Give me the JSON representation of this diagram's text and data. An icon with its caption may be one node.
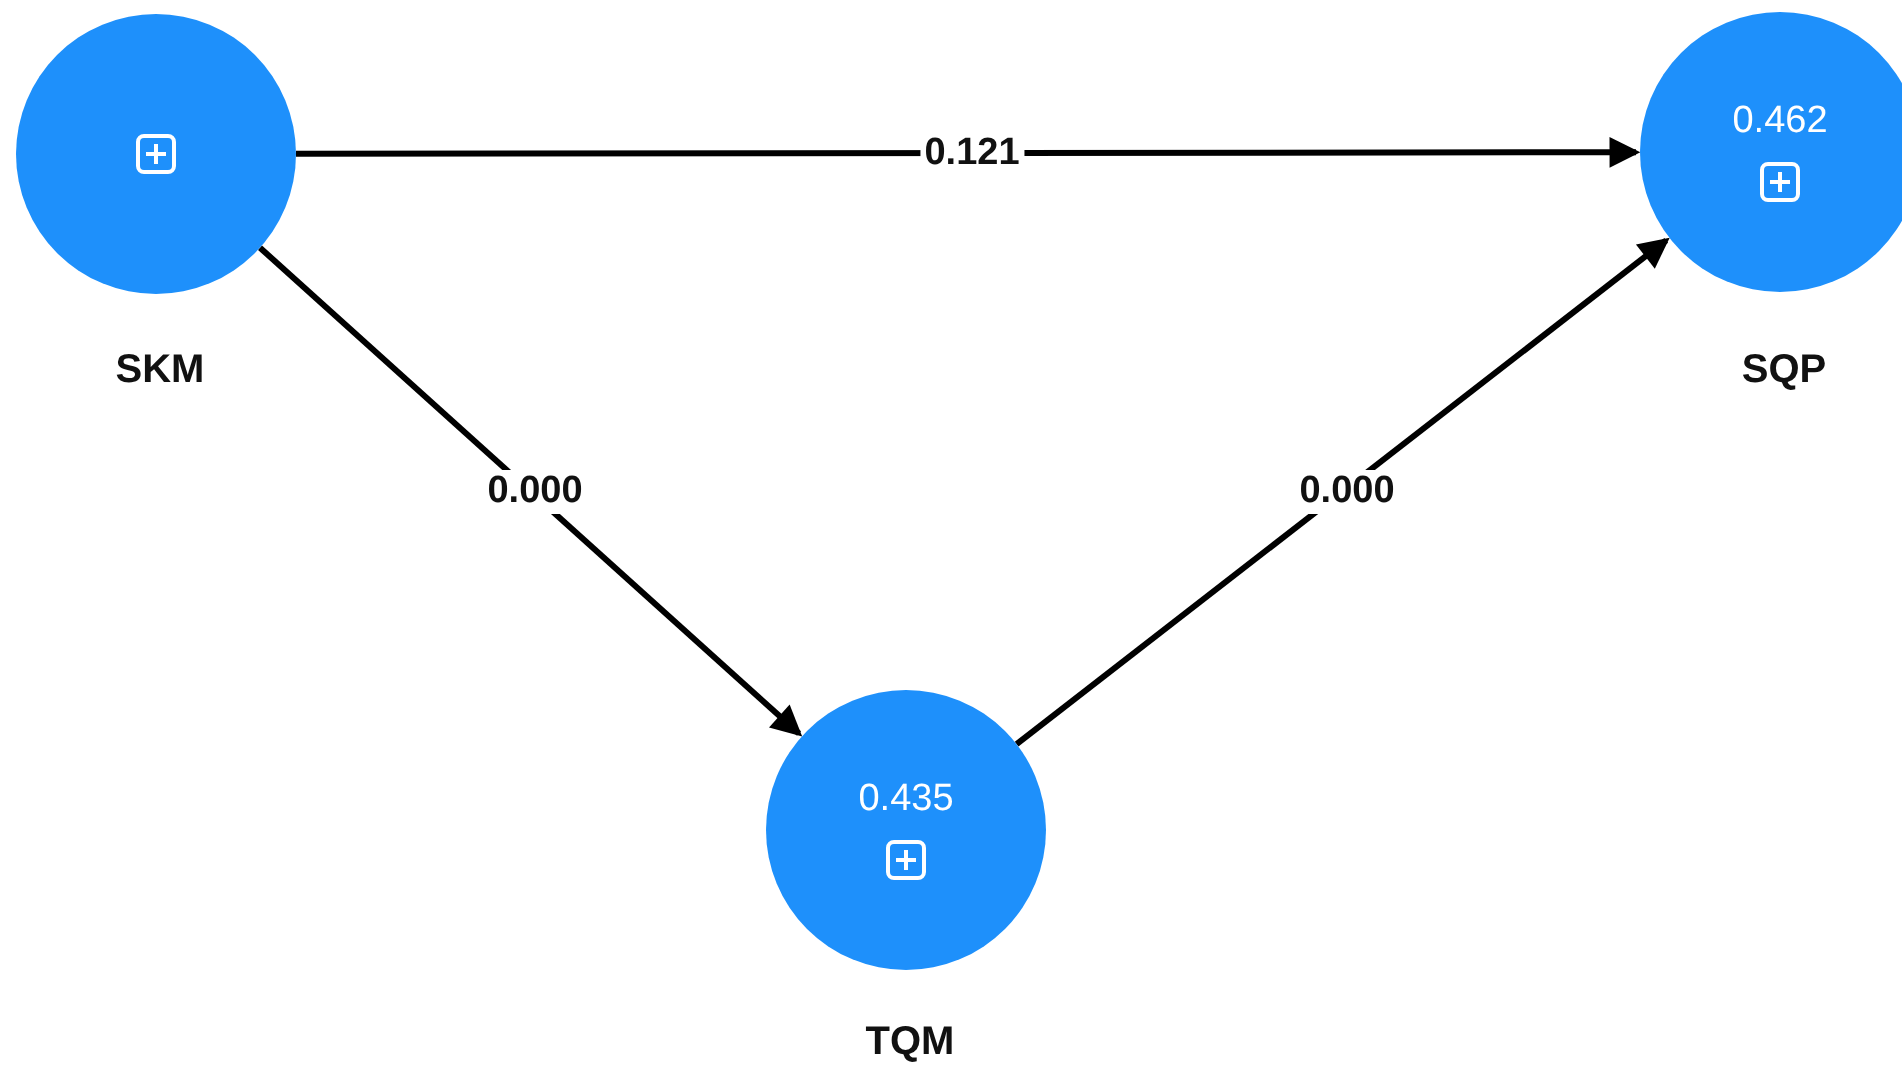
{
  "diagram": {
    "nodes": [
      {
        "text": [],
        "shape": "circle",
        "beside": [
          "SKM"
        ]
      },
      {
        "text": [
          "0.462"
        ],
        "beside": [
          "SQP"
        ]
      },
      {
        "text": [
          "0.435"
        ],
        "beside": [
          "TQM"
        ]
      }
    ],
    "edges": [
      {
        "from": 0,
        "to": 1,
        "arrow": "to",
        "label": "0.121"
      },
      {
        "from": 0,
        "to": 2,
        "arrow": "to",
        "label": "0.000"
      },
      {
        "from": 2,
        "to": 1,
        "arrow": "to",
        "label": "0.000"
      }
    ]
  }
}
